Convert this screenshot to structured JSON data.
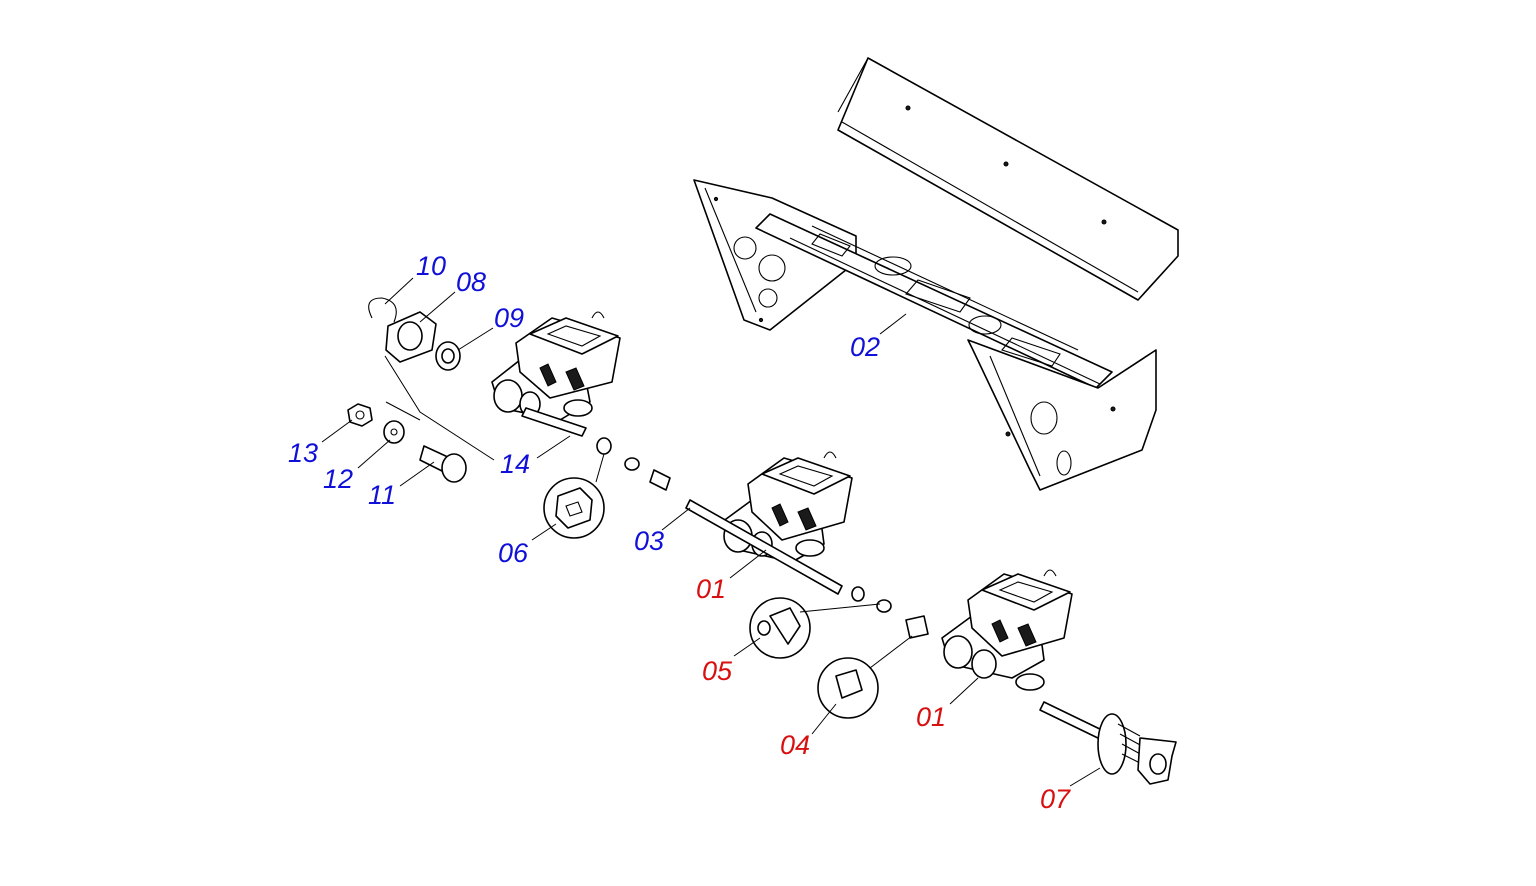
{
  "colors": {
    "blue_label": "#1010d8",
    "red_label": "#d81010",
    "line": "#000000",
    "background": "#ffffff"
  },
  "callouts": {
    "c10": "10",
    "c08": "08",
    "c09": "09",
    "c02": "02",
    "c13": "13",
    "c12": "12",
    "c11": "11",
    "c14": "14",
    "c06": "06",
    "c03": "03",
    "c01a": "01",
    "c05": "05",
    "c04": "04",
    "c01b": "01",
    "c07": "07"
  }
}
